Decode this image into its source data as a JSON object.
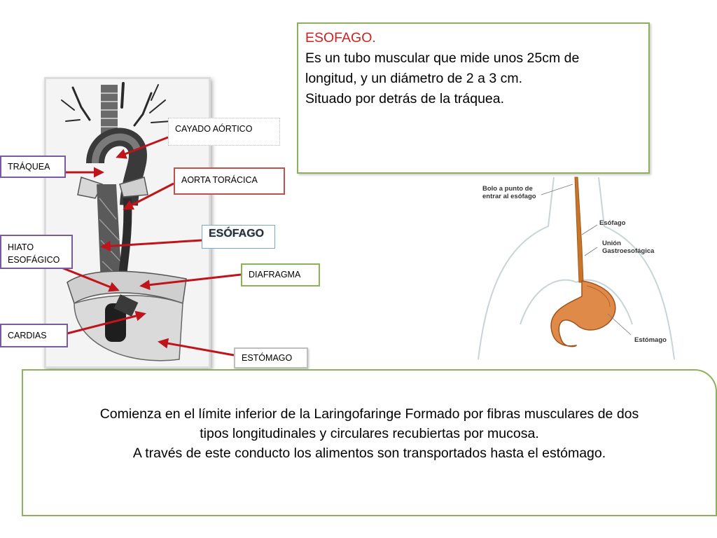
{
  "info_box": {
    "title": "ESOFAGO.",
    "lines": [
      "Es un tubo muscular que mide unos 25cm de",
      "longitud, y un diámetro de 2 a 3 cm.",
      "Situado por detrás de la tráquea."
    ]
  },
  "labels": {
    "cayado": "CAYADO AÓRTICO",
    "traquea": "TRÁQUEA",
    "aorta": "AORTA TORÁCICA",
    "esofago": "ESÓFAGO",
    "hiato_line1": "HIATO",
    "hiato_line2": "ESOFÁGICO",
    "diafragma": "DIAFRAGMA",
    "cardias": "CARDIAS",
    "estomago": "ESTÓMAGO"
  },
  "right_figure": {
    "bolo_line1": "Bolo a punto de",
    "bolo_line2": "entrar al esófago",
    "esofago": "Esófago",
    "union_line1": "Unión",
    "union_line2": "Gastroesofágica",
    "estomago": "Estómago"
  },
  "description": {
    "lines": [
      "Comienza en el límite inferior de la Laringofaringe Formado por fibras musculares de dos",
      "tipos longitudinales y circulares recubiertas por mucosa.",
      "A través de este conducto los alimentos son transportados hasta el estómago."
    ]
  },
  "colors": {
    "arrow": "#c0141c",
    "green_border": "#8db15a",
    "red_border": "#c0504d",
    "purple_border": "#7a5aa0",
    "title_red": "#d22020"
  }
}
